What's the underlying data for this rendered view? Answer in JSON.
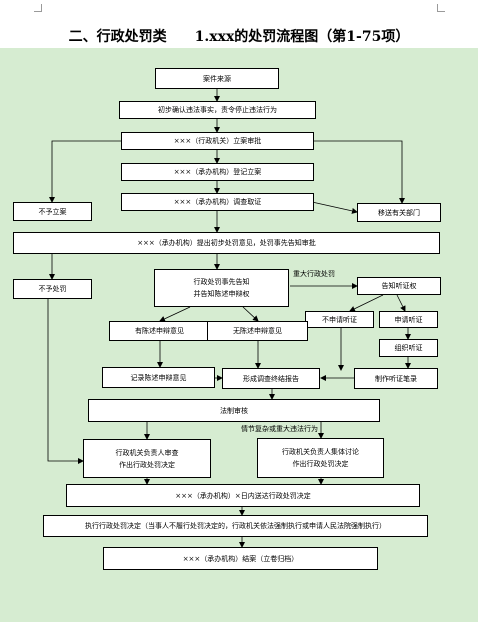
{
  "title": "二、行政处罚类　　1.xxx的处罚流程图（第1-75项）",
  "nodes": {
    "source": "案件来源",
    "confirm": "初步确认违法事实，责令停止违法行为",
    "review": "×××（行政机关）立案审批",
    "register": "×××（承办机构）登记立案",
    "investigate": "×××（承办机构）调查取证",
    "transfer": "移送有关部门",
    "no_case": "不予立案",
    "preliminary": "×××（承办机构）提出初步处罚意见，处罚事先告知审批",
    "no_penalty": "不予处罚",
    "notify": "行政处罚事先告知\n并告知陈述申辩权",
    "hearing_notice": "告知听证权",
    "no_hearing": "不申请听证",
    "apply_hearing": "申请听证",
    "organize_hearing": "组织听证",
    "has_defense": "有陈述申辩意见",
    "no_defense": "无陈述申辩意见",
    "record_defense": "记录陈述申辩意见",
    "report": "形成调查终结报告",
    "hearing_record": "制作听证笔录",
    "legal_review": "法制审核",
    "leader_decision": "行政机关负责人审查\n作出行政处罚决定",
    "collective_decision": "行政机关负责人集体讨论\n作出行政处罚决定",
    "deliver": "×××（承办机构）×日内送达行政处罚决定",
    "execute": "执行行政处罚决定（当事人不履行处罚决定的，行政机关依法强制执行或申请人民法院强制执行）",
    "close": "×××（承办机构）结案（立卷归档）"
  },
  "edge_labels": {
    "major_penalty": "重大行政处罚",
    "complex_case": "情节复杂或重大违法行为"
  }
}
